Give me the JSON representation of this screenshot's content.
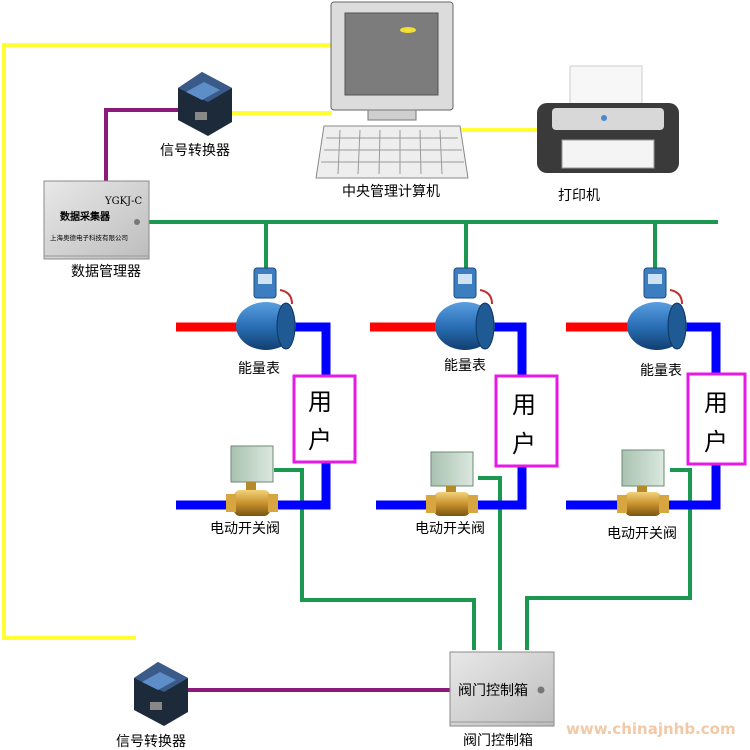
{
  "labels": {
    "computer": "中央管理计算机",
    "printer": "打印机",
    "converter_top": "信号转换器",
    "converter_bottom": "信号转换器",
    "data_manager": "数据管理器",
    "collector_title": "数据采集器",
    "collector_model": "YGKJ-C",
    "collector_company": "上海奥德电子科技有限公司",
    "valve_box_front": "阀门控制箱",
    "valve_box_caption": "阀门控制箱",
    "watermark": "www.chinajnhb.com"
  },
  "units": [
    {
      "meter": "能量表",
      "user_line1": "用",
      "user_line2": "户",
      "valve": "电动开关阀"
    },
    {
      "meter": "能量表",
      "user_line1": "用",
      "user_line2": "户",
      "valve": "电动开关阀"
    },
    {
      "meter": "能量表",
      "user_line1": "用",
      "user_line2": "户",
      "valve": "电动开关阀"
    }
  ],
  "colors": {
    "rs_line": "#ffff33",
    "bus_line": "#1a9850",
    "converter_line": "#8b1a7a",
    "supply_pipe": "#ff0000",
    "return_pipe": "#0000ff",
    "user_box_border": "#e619e6",
    "meter_body": "#2a6fb5"
  }
}
